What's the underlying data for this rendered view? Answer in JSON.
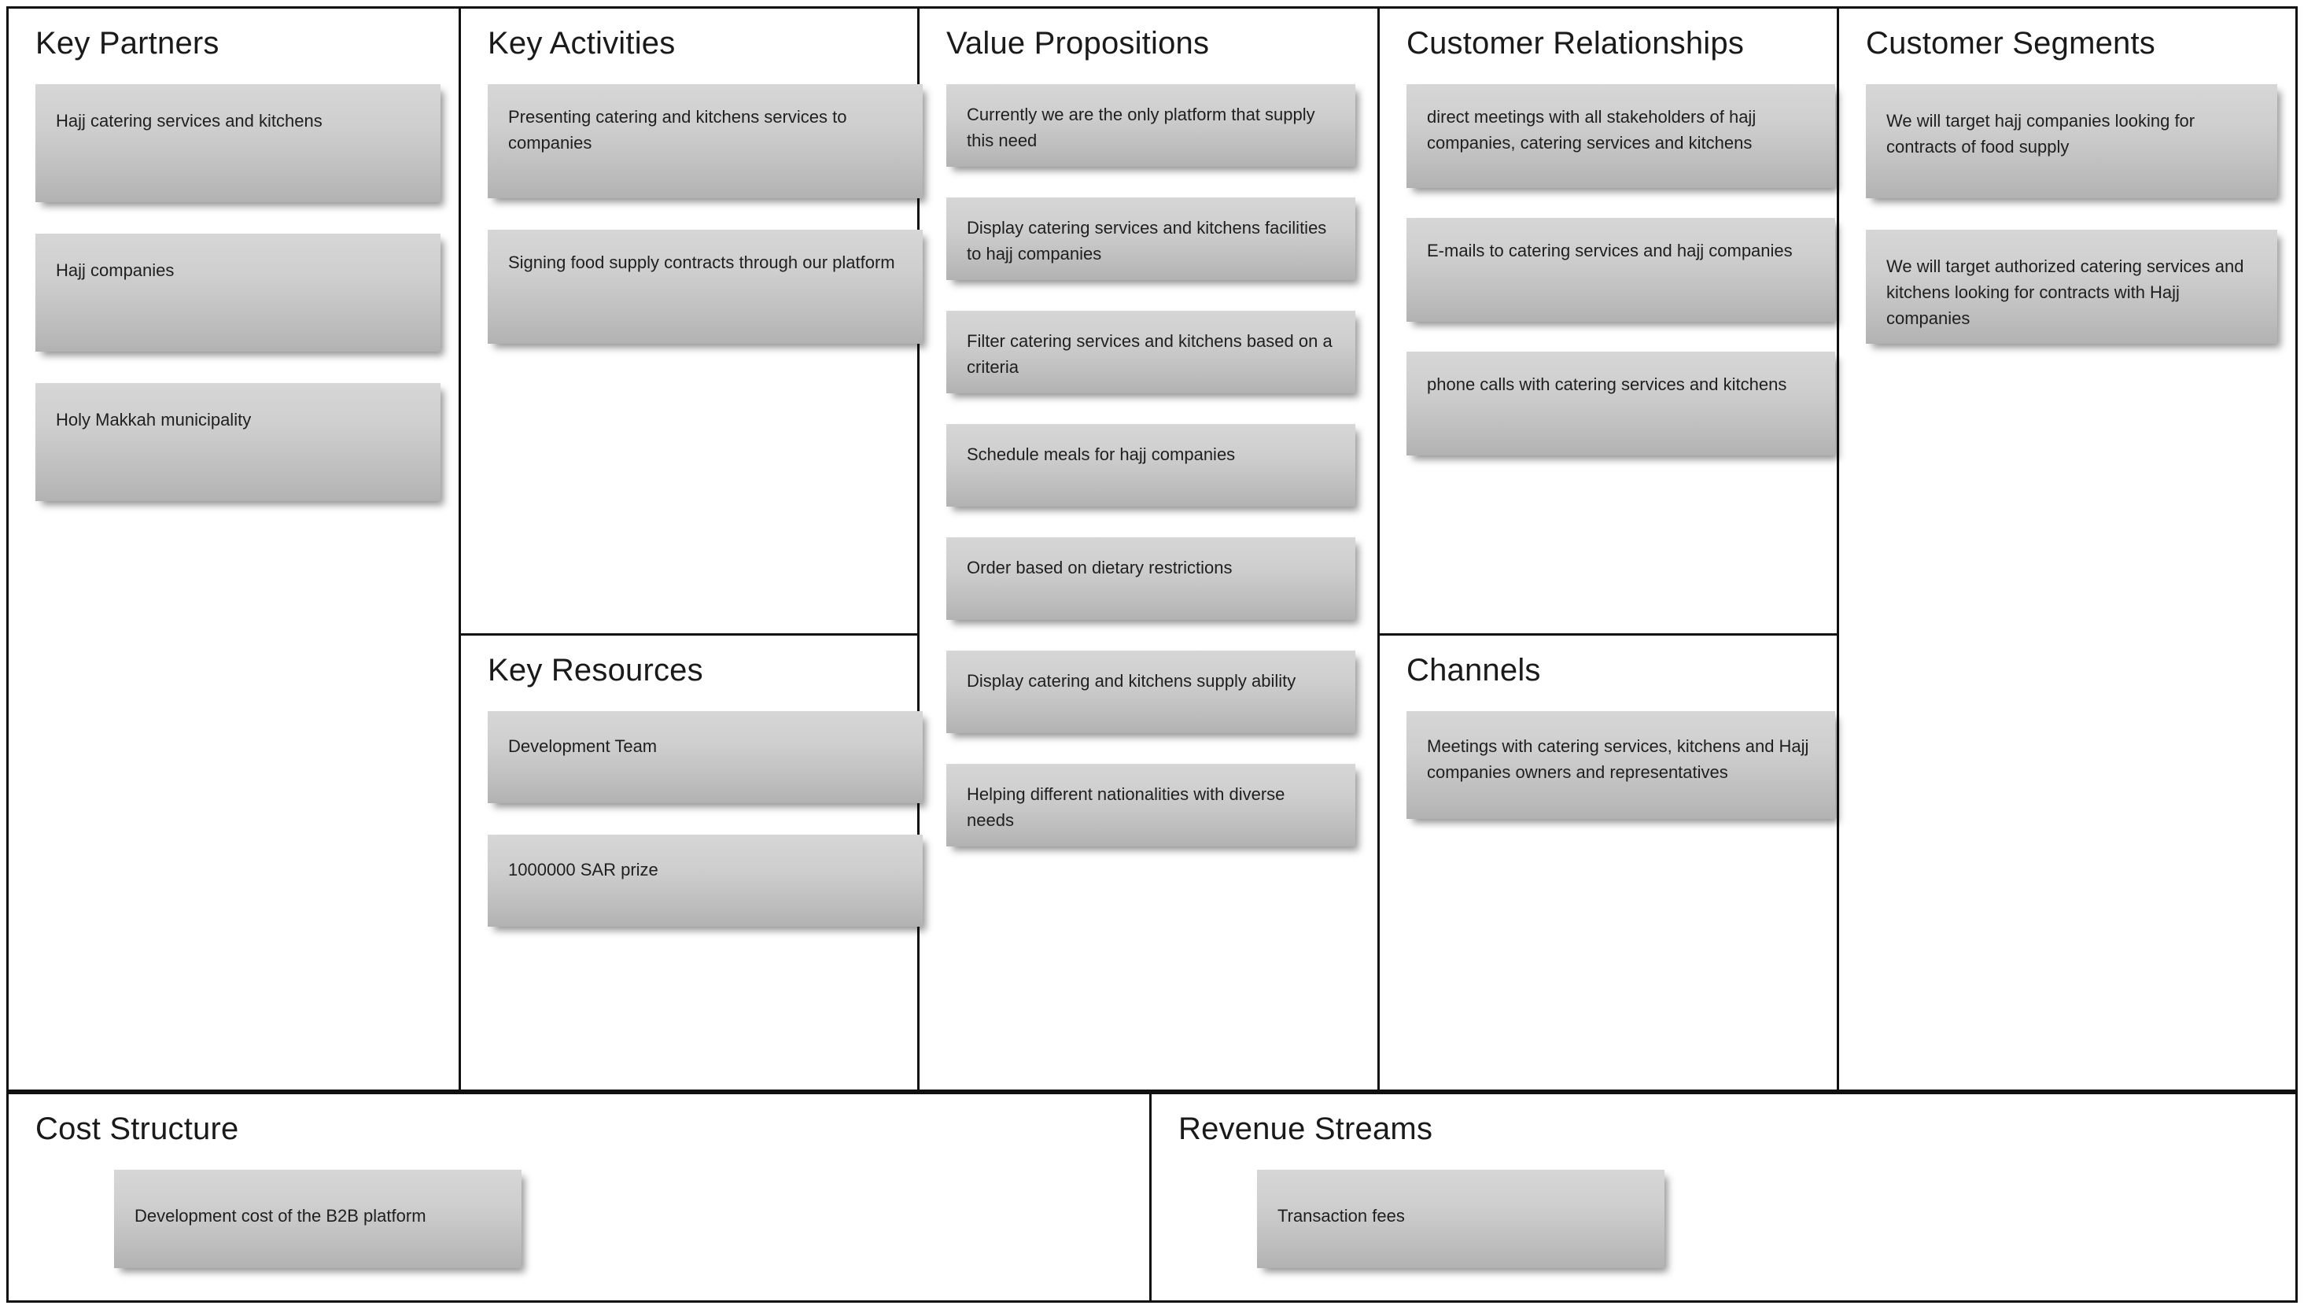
{
  "canvas": {
    "title": "Business Model Canvas",
    "background_color": "#ffffff",
    "line_color": "#111111",
    "card_gradient_top": "#d6d6d6",
    "card_gradient_bottom": "#b2b2b2",
    "text_color": "#1f1f1f"
  },
  "blocks": {
    "key_partners": {
      "title": "Key Partners",
      "cards": [
        "Hajj catering services and kitchens",
        "Hajj companies",
        "Holy Makkah municipality"
      ]
    },
    "key_activities": {
      "title": "Key Activities",
      "cards": [
        "Presenting catering and kitchens services to companies",
        "Signing food supply contracts through our platform"
      ]
    },
    "key_resources": {
      "title": "Key Resources",
      "cards": [
        "Development Team",
        "1000000 SAR prize"
      ]
    },
    "value_propositions": {
      "title": "Value Propositions",
      "cards": [
        "Currently we are the only platform that supply this need",
        "Display catering services and kitchens facilities to hajj companies",
        "Filter catering services and kitchens based on a criteria",
        "Schedule meals for hajj companies",
        "Order based on dietary restrictions",
        "Display catering and kitchens supply ability",
        "Helping different nationalities with diverse needs"
      ]
    },
    "customer_relationships": {
      "title": "Customer Relationships",
      "cards": [
        "direct meetings with all stakeholders of hajj companies, catering services and kitchens",
        "E-mails to catering services and hajj companies",
        "phone calls with catering services and kitchens"
      ]
    },
    "channels": {
      "title": "Channels",
      "cards": [
        "Meetings with catering services, kitchens and Hajj companies owners and representatives"
      ]
    },
    "customer_segments": {
      "title": "Customer Segments",
      "cards": [
        "We will target hajj companies looking for contracts of food supply",
        "We will target authorized catering services and kitchens looking for contracts with Hajj companies"
      ]
    },
    "cost_structure": {
      "title": "Cost Structure",
      "cards": [
        "Development cost of the B2B platform"
      ]
    },
    "revenue_streams": {
      "title": "Revenue Streams",
      "cards": [
        "Transaction fees"
      ]
    }
  }
}
